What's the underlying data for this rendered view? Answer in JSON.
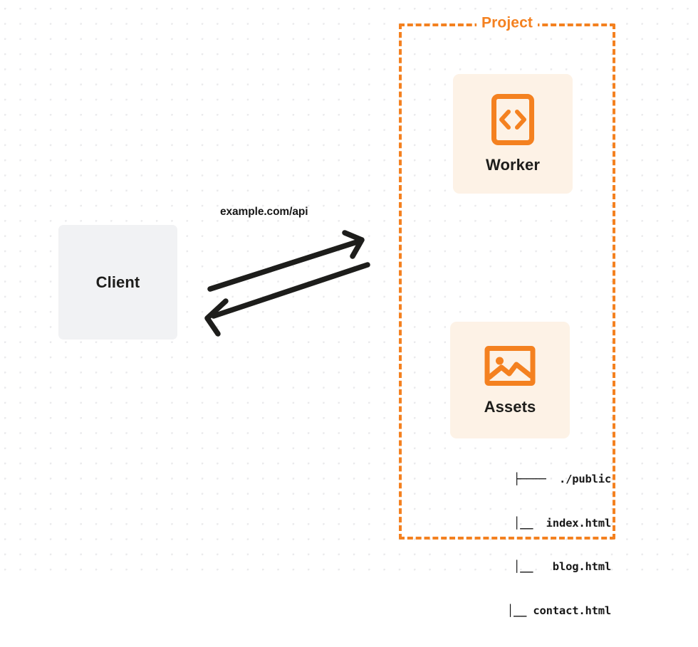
{
  "diagram": {
    "title": "Client to Cloudflare Project request flow",
    "background": {
      "style": "dot-grid",
      "dot_color": "#eaeaec",
      "canvas_color": "#ffffff"
    },
    "colors": {
      "accent_orange": "#f48120",
      "card_fill": "#fdf2e6",
      "client_fill": "#f1f2f4",
      "text_dark": "#1d1d1b",
      "arrow_black": "#1d1d1b"
    },
    "client": {
      "label": "Client"
    },
    "connection": {
      "label": "example.com/api",
      "request_arrow": "arrow-right-up",
      "response_arrow": "arrow-left-down"
    },
    "project": {
      "title": "Project",
      "border_style": "dashed",
      "nodes": [
        {
          "id": "worker",
          "label": "Worker",
          "icon": "code-brackets-icon"
        },
        {
          "id": "assets",
          "label": "Assets",
          "icon": "image-icon"
        }
      ],
      "file_tree": [
        {
          "branch": "├──",
          "name": "./public"
        },
        {
          "branch": "│__",
          "name": "index.html"
        },
        {
          "branch": "│__",
          "name": "blog.html"
        },
        {
          "branch": "│__",
          "name": "contact.html"
        }
      ],
      "file_tree_lines": [
        "├────  ./public",
        "   │__  index.html",
        "   │__   blog.html",
        "   │__ contact.html"
      ]
    }
  }
}
